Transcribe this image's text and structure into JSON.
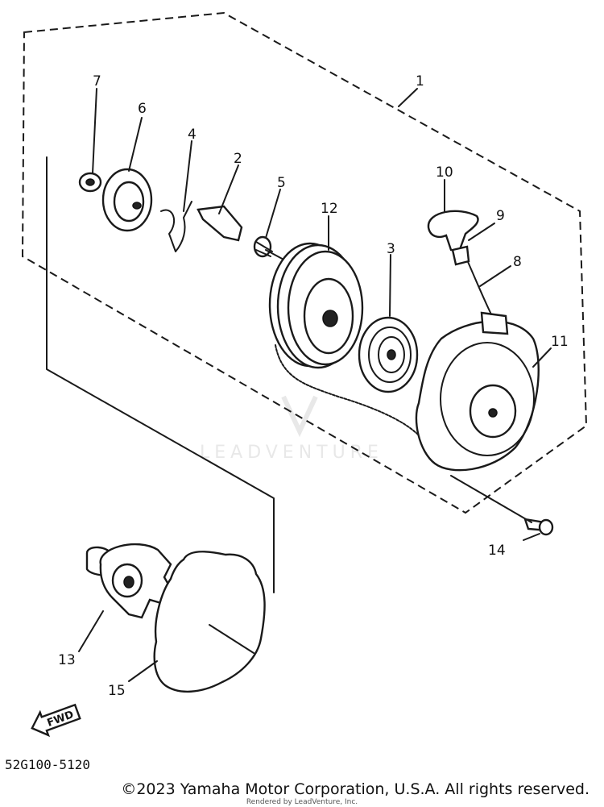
{
  "callouts": [
    "1",
    "2",
    "3",
    "4",
    "5",
    "6",
    "7",
    "8",
    "9",
    "10",
    "11",
    "12",
    "13",
    "14",
    "15"
  ],
  "fwd_label": "FWD",
  "diagram_code": "52G100-5120",
  "watermark": "LEADVENTURE",
  "copyright": "©2023 Yamaha Motor Corporation, U.S.A. All rights reserved.",
  "rendered_by": "Rendered by LeadVenture, Inc."
}
